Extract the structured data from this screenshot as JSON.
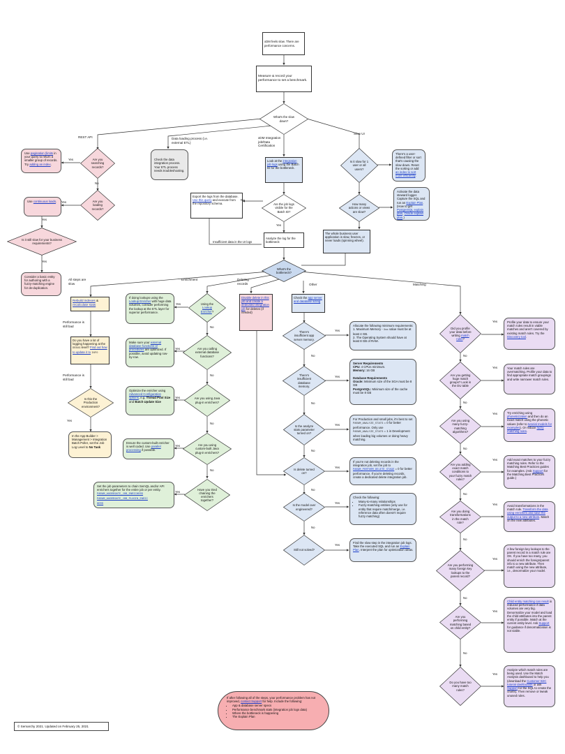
{
  "colors": {
    "pink": "#f7d7dc",
    "yellow": "#fdf2d4",
    "green": "#dff0d9",
    "blue": "#dce6f4",
    "purple": "#eadcf3",
    "red": "#f7aeb1",
    "grey": "#e9e9e9"
  },
  "start": "xDM feels slow. There are performance concerns.",
  "measure": "Measure & record your performance to set a benchmark.",
  "d_slow": "What's the slow down?",
  "branches": {
    "rest": "REST API",
    "loading": "Data loading process (i.e. external ETL)",
    "integration": "xDM Integration job/Data Certification",
    "ui": "Slow UI"
  },
  "rest": {
    "d_search": "Are you searching records?",
    "search_fix_a": "Use ",
    "search_fix_link1": "pagination (limits",
    "search_fix_b": " in your query to return a smaller group of records. Try ",
    "search_fix_link2": "adding an index",
    "search_fix_c": ".",
    "d_loading": "Are you loading records?",
    "load_fix_a": "Use ",
    "load_fix_link": "continuous loads",
    "load_fix_b": ".",
    "d_still": "Is it still slow for your business requirements?",
    "basic_entity": "Consider a basic entity for authoring with a fuzzy-matching engine for de-duplication."
  },
  "loading_note": "Check the data integration process. Your ETL process needs troubleshooting.",
  "integration": {
    "look_a": "Look at the ",
    "look_link": "integration job logs",
    "look_b": " using the Batch ID for the bottleneck.",
    "d_visible": "Are the job logs visible for the Batch ID?",
    "export_a": "Export the logs from the database. ",
    "export_link1": "Use this query",
    "export_b": " and execute from the repository schema.",
    "analyze": "Analyze the log for the bottleneck",
    "insufficient_ui": "Insufficient data in the UI logs"
  },
  "ui": {
    "d_one_user": "Is it slow for 1 user or all users?",
    "one_user_note_a": "There's a user-defined filter or sort that's causing the slow down. Reset the sorting or add ",
    "one_user_note_link": "an index to sort more efficiently",
    "one_user_note_b": ".",
    "d_actions": "How many actions or views are slow?",
    "actions_note_a": "Activate the data steward logger. Capture the SQL and run an ",
    "actions_note_link1": "Explain Plan",
    "actions_note_b": ". (How to get ",
    "actions_note_link2": "PostgreSQL explain plan",
    "actions_note_c": ", ",
    "actions_note_link3": "Oracle explain plan",
    "actions_note_d": ".)",
    "whole_app": "The whole business user application is slow, freezes, or never loads (spinning wheel)."
  },
  "d_bottleneck": "What's the bottleneck?",
  "categories": {
    "all_steps": "All steps are slow",
    "enrichment": "Enrichment",
    "deleting": "Deleting records",
    "other": "Other",
    "matching": "Matching"
  },
  "all_steps": {
    "rebuild_link": "Rebuild indexes",
    "rebuild_a": " & ",
    "rebuild_link2": "recalculate stats",
    "still_bad1": "Performance is still bad",
    "logging_a": "Do you have a lot of logging happening at the ",
    "logging_code": "DEBUG",
    "logging_b": " level? ",
    "logging_link": "Find out how to update it to",
    "logging_code2": "INFO",
    "still_bad2": "Performance is still bad",
    "d_prod": "Is this the Production environment?",
    "app_builder_a": "In the App Builder > Management > Integration Batch Poller, set the Job Log Level to ",
    "app_builder_b": "No Task"
  },
  "enrichment": {
    "d_lookup": "Using the Lookup Enricher?",
    "lookup_note_a": "If doing lookups using the ",
    "lookup_note_link": "Lookup Enricher",
    "lookup_note_b": " with huge data volumes, consider performing the lookup at the ETL layer for superior performance.",
    "d_external": "Are you calling external database functions?",
    "external_note_a": "Make sure your ",
    "external_note_link": "external database functions or procedures",
    "external_note_b": " are optimized. If possible, avoid updating row-by-row.",
    "d_java": "Are you using Java plug-in enrichers?",
    "java_note_a": "Optimize the enricher using ",
    "java_note_link": "Advanced Configuration options",
    "java_note_b": ", e.g. ",
    "java_note_bold1": "Thread Pool Size",
    "java_note_c": " and ",
    "java_note_bold2": "Batch Update Size",
    "d_custom": "Are you using custom-built Java plug-in enrichers?",
    "custom_note_a": "Ensure the custom-built enricher is well coded. Use ",
    "custom_note_link": "parallel processing",
    "custom_note_b": " if possible.",
    "d_chaining": "Have you tried chaining the enrichers together?",
    "chain_note": "Set the job parameters to chain SemQL and/or API enrichers together for the entire job or per entity.",
    "chain_code1": "PARAM_AGGREGATE_JOB_ENRICHERS",
    "chain_code2": "PARAM_AGGREGATE_JOB_PLUGIN_ENRIC",
    "chain_code3": "HERS"
  },
  "deleting": {
    "disable_link": "Disable delete in this job and create a dedicated integration job",
    "disable_b": " for deletes (if needed)"
  },
  "other": {
    "check_a": "Check the ",
    "check_link": "app server and database sizing",
    "d_app_mem": "There's insufficient app server memory.",
    "app_mem_title": "Allocate the following minimum requirements:",
    "app_mem_1a": "1. Maximum Memory - ",
    "app_mem_code": "Xmx",
    "app_mem_1b": " value must be at least 4 GB.",
    "app_mem_2": "2. The Operating System should have at least 8 GB of RAM.",
    "d_db_mem": "There's insufficient database memory.",
    "srv_title": "Server Requirements",
    "srv_cpu": "CPU:",
    "srv_cpu_v": " 4 CPUs minimum.",
    "srv_mem": "Memory:",
    "srv_mem_v": " 16 GB",
    "db_title": "Database Requirements",
    "db_ora": "Oracle:",
    "db_ora_v": " Minimum size of the SGA must be 8 GB",
    "db_pg": "PostgreSQL:",
    "db_pg_v": " Minimum size of the cache must be 8 GB",
    "d_analyze": "Is the analyze stats parameter turned on?",
    "analyze_a": "For Production and small jobs, it's best to set ",
    "analyze_code1": "PARAM_ANALYZE_STATS",
    "analyze_b": " = 0 for better performance. Only use ",
    "analyze_code2": "PARAM_ANALYZE_STATS",
    "analyze_c": " = 1 in Development when loading big volumes or doing heavy matching.",
    "d_delete": "Is delete turned on?",
    "delete_a": "If you're not deleting records in the integration job, set the job to ",
    "delete_code": "PARAM_PERFORM_DELETE_STAGE",
    "delete_b": " = 0 for better performance. If you're deleting records, create a dedicated delete integration job.",
    "d_model": "Is the model over engineered?",
    "model_title": "Check the following:",
    "model_1": "Many-to-many relationships",
    "model_2": "Fuzzy-matching entities (only use for entity that require match/merge, i.e. reference data often doesn't require fuzzy matching)",
    "d_solved": "Still not solved?",
    "solved_a": "Find the slow step in the integration job logs. Take the executed SQL and run an ",
    "solved_link": "Explain Plan",
    "solved_b": ". Interpret the plan for optimization ideas."
  },
  "matching": {
    "d_profile": "Did you profile your data before writing match rules?",
    "profile_a": "Profile your data to ensure your match rules result in viable matches and aren't covered by existing match rules. Try the ",
    "profile_link": "Discovery tool",
    "profile_b": ".",
    "d_groups": "Are you getting huge match groups? Look in the DU table",
    "groups_note": "Your match rules are overmatching. Profile your data to find appropriate match groupings and write narrower match rules.",
    "d_fuzzy": "Are you using many fuzzy-matching algorithms?",
    "fuzzy_a": "Try enriching using ",
    "fuzzy_link1": "phoneticization",
    "fuzzy_b": " and then do an exact match using the phonetic values (refer to ",
    "fuzzy_link2": "tutorial models for examples",
    "fuzzy_c": "). Or reduce ",
    "fuzzy_link3": "fuzzy matching rules",
    "fuzzy_d": ".",
    "d_exact": "Are you adding exact match conditions to your fuzzy match rules?",
    "exact_a": "Add exact matches to your fuzzy matching rules. Refer to the Matching Best Practices guides for examples. (Ask ",
    "exact_link": "Support",
    "exact_b": " for the Matching Best Practices guide.)",
    "d_transform": "Are you doing transformations in the match rule?",
    "transform_a": "Avoid transformations in the match rule. ",
    "transform_link": "Transform the data using enrichers and save the output to a new attribute",
    "transform_b": ". Match on the new attributes.",
    "d_fk": "Are you performing many foreign key lookups to the parent record?",
    "fk_note": "A few foreign key lookups to the parent record in a match rule are OK. If you have too many, you should enrich the foreign/parent info to a new attribute. Then match using the new attribute, i.e., denormalize your model.",
    "d_child": "Are you performing matching based on child entity?",
    "child_link": "Child entity matching can result",
    "child_a": " in reduced performance if data volumes are very big. Denormalize your model and load the child attributes into the parent entity if possible. Match at the current entity level. Ask ",
    "child_link2": "Support",
    "child_b": " for guidance if denormalization is not viable.",
    "d_toomany": "Do you have too many match rules?",
    "toomany_a": "Analyze which match rules are being used. Use the Match Analysis dashboard to help you (download the ",
    "toomany_link1": "Customer B2C tutorial dashboards",
    "toomany_b": " or ask ",
    "toomany_link2": "Support",
    "toomany_c": " for the SQL to create the charts). Then remove or tweak unused rules."
  },
  "final": {
    "intro_a": "If after following all of the steps, your performance problem has not improved, ",
    "intro_link": "contact Support",
    "intro_b": " for help. Include the following:",
    "items": [
      "App & database server specs",
      "Performance benchmark stats (integration job logs data)",
      "Where the bottleneck is happening",
      "The Explain Plan"
    ]
  },
  "edge": {
    "yes": "Yes",
    "no": "No"
  },
  "copyright": "© Semarchy 2021. Updated on February 25, 2021"
}
